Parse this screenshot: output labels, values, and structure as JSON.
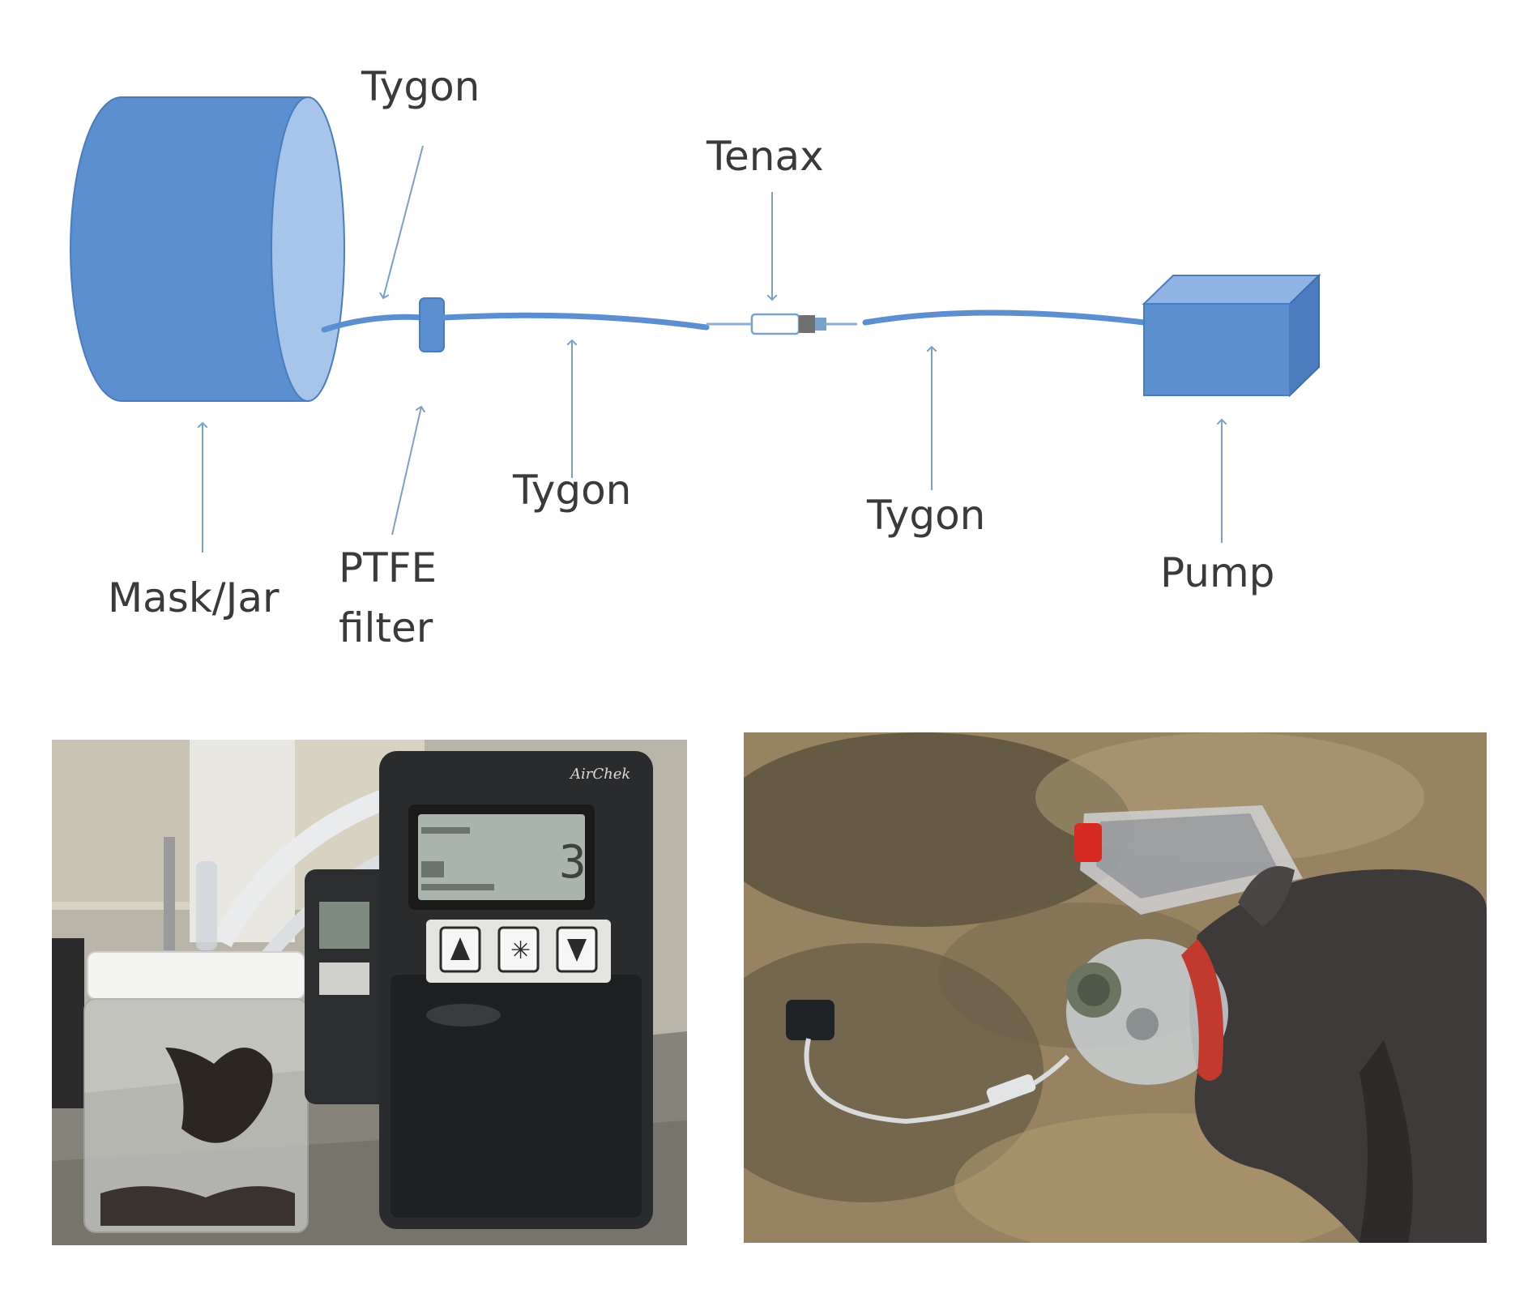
{
  "labels": {
    "tygon_top": "Tygon",
    "tenax": "Tenax",
    "tygon_mid": "Tygon",
    "tygon_right": "Tygon",
    "mask_jar": "Mask/Jar",
    "ptfe_line1": "PTFE",
    "ptfe_line2": "filter",
    "pump": "Pump"
  },
  "colors": {
    "component_blue": "#5b8fd0",
    "component_light": "#a7c5ea",
    "arrow": "#7aa0cc",
    "label_text": "#3a3a3a"
  },
  "photo_lab": {
    "pump_brand": "AirChek"
  }
}
